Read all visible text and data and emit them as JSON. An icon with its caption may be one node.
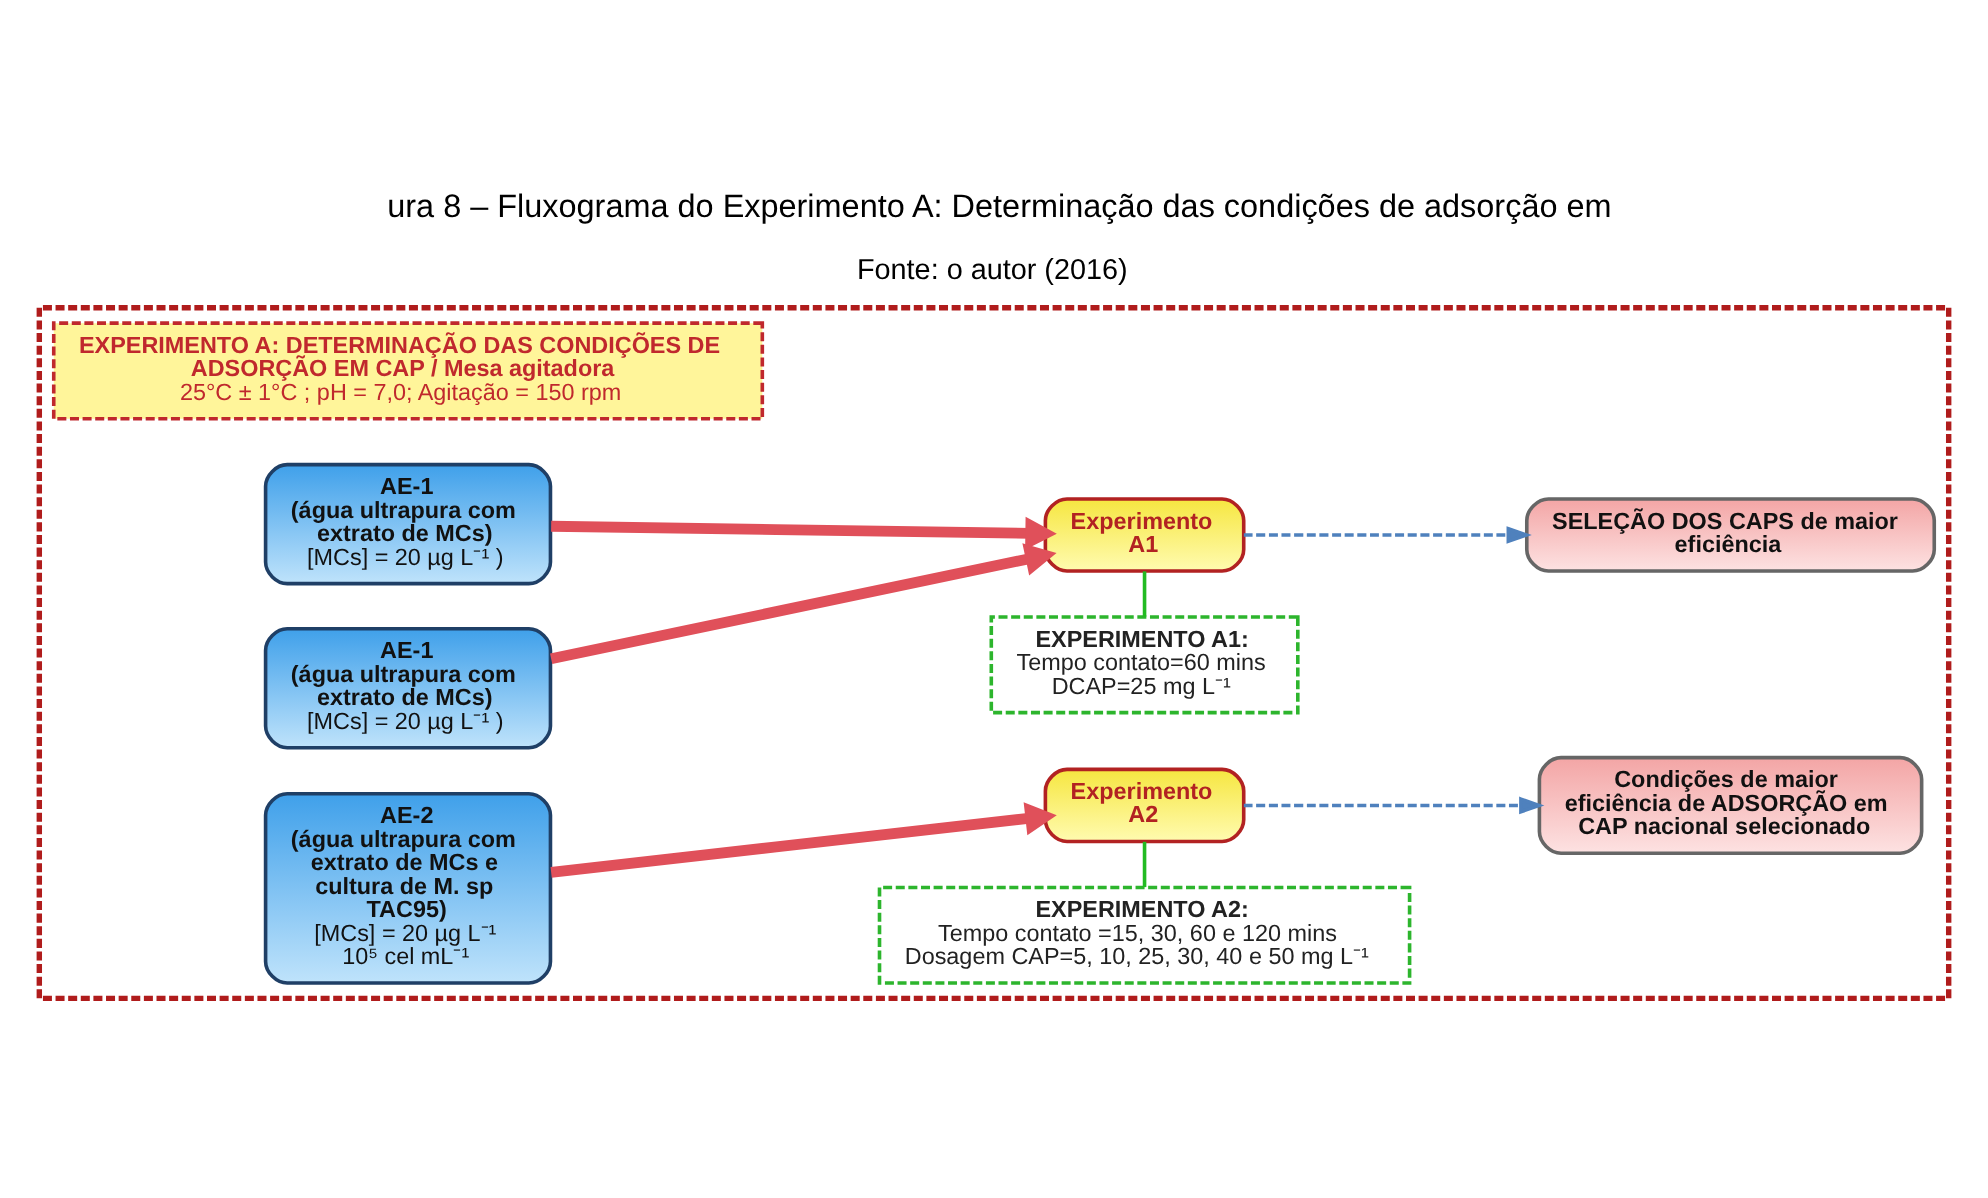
{
  "diagram": {
    "title": "ura 8 – Fluxograma do Experimento A: Determinação das condições de adsorção em",
    "caption": "Fonte: o autor (2016)",
    "nodes": [
      {
        "text": [],
        "shape": "box"
      },
      {
        "text": [
          "EXPERIMENTO A: DETERMINAÇÃO DAS CONDIÇÕES DE ADSORÇÃO EM CAP / Mesa agitadora",
          "25°C ± 1°C ; pH = 7,0; Agitação = 150 rpm"
        ],
        "in": 0
      },
      {
        "text": [
          "AE-1",
          "(água ultrapura com extrato de MCs)",
          "[MCs] = 20 µg L⁻¹ )"
        ],
        "in": 0
      },
      {
        "text": [
          "AE-1",
          "(água ultrapura com extrato de MCs)",
          "[MCs] = 20 µg L⁻¹ )"
        ],
        "in": 0
      },
      {
        "text": [
          "AE-2",
          "(água ultrapura com extrato de MCs e cultura de M. sp TAC95)",
          "[MCs] = 20 µg L⁻¹",
          "10⁵ cel mL⁻¹"
        ],
        "in": 0
      },
      {
        "text": [
          "Experimento A1"
        ],
        "in": 0
      },
      {
        "text": [
          "SELEÇÃO DOS CAPS de maior eficiência"
        ],
        "in": 0
      },
      {
        "text": [
          "EXPERIMENTO A1:",
          "Tempo contato=60 mins",
          "DCAP=25 mg L⁻¹"
        ],
        "in": 0
      },
      {
        "text": [
          "Experimento A2"
        ],
        "in": 0
      },
      {
        "text": [
          "Condições de maior eficiência de ADSORÇÃO em CAP nacional selecionado"
        ],
        "in": 0
      },
      {
        "text": [
          "EXPERIMENTO A2:",
          "Tempo contato =15, 30, 60 e 120 mins",
          "Dosagem CAP=5, 10, 25, 30, 40 e 50 mg L⁻¹"
        ],
        "in": 0
      }
    ],
    "edges": [
      {
        "from": 2,
        "to": 5,
        "arrow": "to",
        "style": "thick",
        "color": "#e0505a"
      },
      {
        "from": 3,
        "to": 5,
        "arrow": "to",
        "style": "thick",
        "color": "#e0505a"
      },
      {
        "from": 4,
        "to": 8,
        "arrow": "to",
        "style": "thick",
        "color": "#e0505a"
      },
      {
        "from": 5,
        "to": 6,
        "arrow": "to",
        "style": "dashed",
        "color": "#4f81bd"
      },
      {
        "from": 8,
        "to": 9,
        "arrow": "to",
        "style": "dashed",
        "color": "#4f81bd"
      },
      {
        "from": 5,
        "to": 7,
        "arrow": "none",
        "color": "#22bb22"
      },
      {
        "from": 8,
        "to": 10,
        "arrow": "none",
        "color": "#22bb22"
      }
    ]
  }
}
